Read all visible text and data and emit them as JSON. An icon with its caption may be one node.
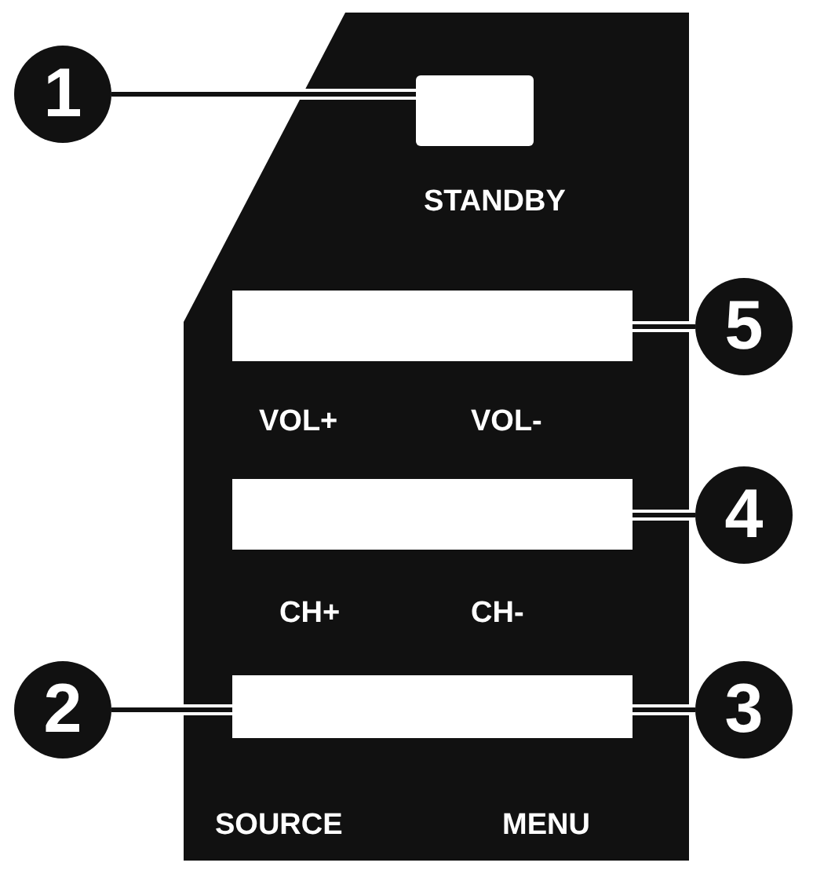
{
  "diagram": {
    "nodes": [
      {
        "text": [],
        "shape": "box"
      },
      {
        "text": [
          "1"
        ]
      },
      {
        "text": [],
        "shape": "box",
        "in": 0
      },
      {
        "text": [
          "5"
        ]
      },
      {
        "text": [],
        "shape": "bar",
        "in": 0
      },
      {
        "text": [
          "4"
        ]
      },
      {
        "text": [],
        "shape": "bar",
        "in": 0
      },
      {
        "text": [
          "2"
        ]
      },
      {
        "text": [],
        "shape": "bar",
        "in": 0
      },
      {
        "text": [
          "3"
        ]
      }
    ],
    "edges": [
      {
        "from": 1,
        "to": 2,
        "arrow": "none"
      },
      {
        "from": 3,
        "to": 4,
        "arrow": "none"
      },
      {
        "from": 5,
        "to": 6,
        "arrow": "none"
      },
      {
        "from": 7,
        "to": 8,
        "arrow": "none"
      },
      {
        "from": 9,
        "to": 8,
        "arrow": "none"
      }
    ],
    "labels": [
      "STANDBY",
      "VOL+",
      "VOL-",
      "CH+",
      "CH-",
      "SOURCE",
      "MENU"
    ]
  }
}
